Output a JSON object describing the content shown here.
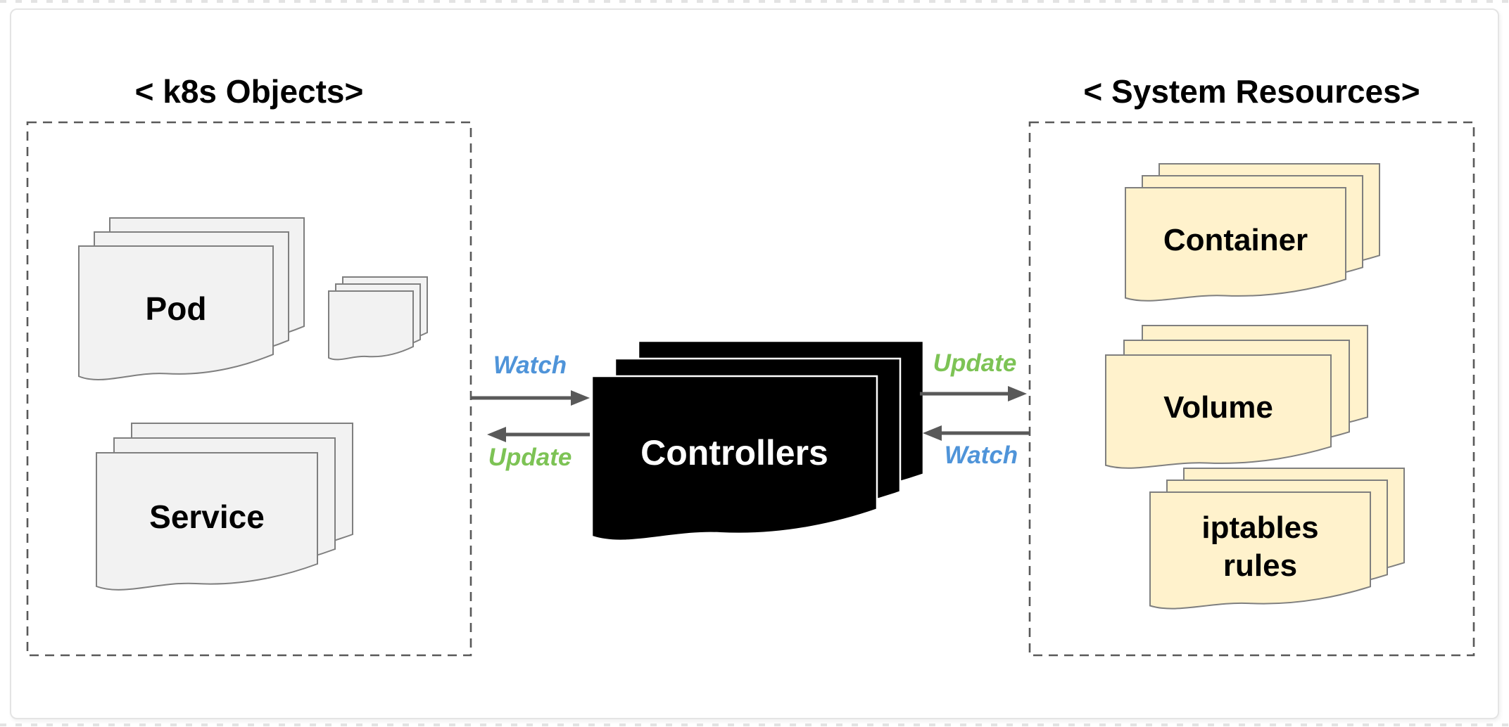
{
  "left_group": {
    "title": "< k8s Objects>",
    "pod_label": "Pod",
    "service_label": "Service"
  },
  "center": {
    "controllers_label": "Controllers"
  },
  "right_group": {
    "title": "< System Resources>",
    "container_label": "Container",
    "volume_label": "Volume",
    "iptables_lines": [
      "iptables",
      "rules"
    ]
  },
  "arrows": {
    "left_watch": "Watch",
    "left_update": "Update",
    "right_update": "Update",
    "right_watch": "Watch"
  },
  "colors": {
    "watch_blue": "#4F94D9",
    "update_green": "#7DC355",
    "arrow_gray": "#595959",
    "dash_gray": "#595959",
    "doc_gray_fill": "#F2F2F2",
    "doc_yellow_fill": "#FFF2CC",
    "doc_stroke": "#7F7F7F",
    "controllers_fill": "#000000",
    "controllers_stroke": "#FFFFFF"
  }
}
